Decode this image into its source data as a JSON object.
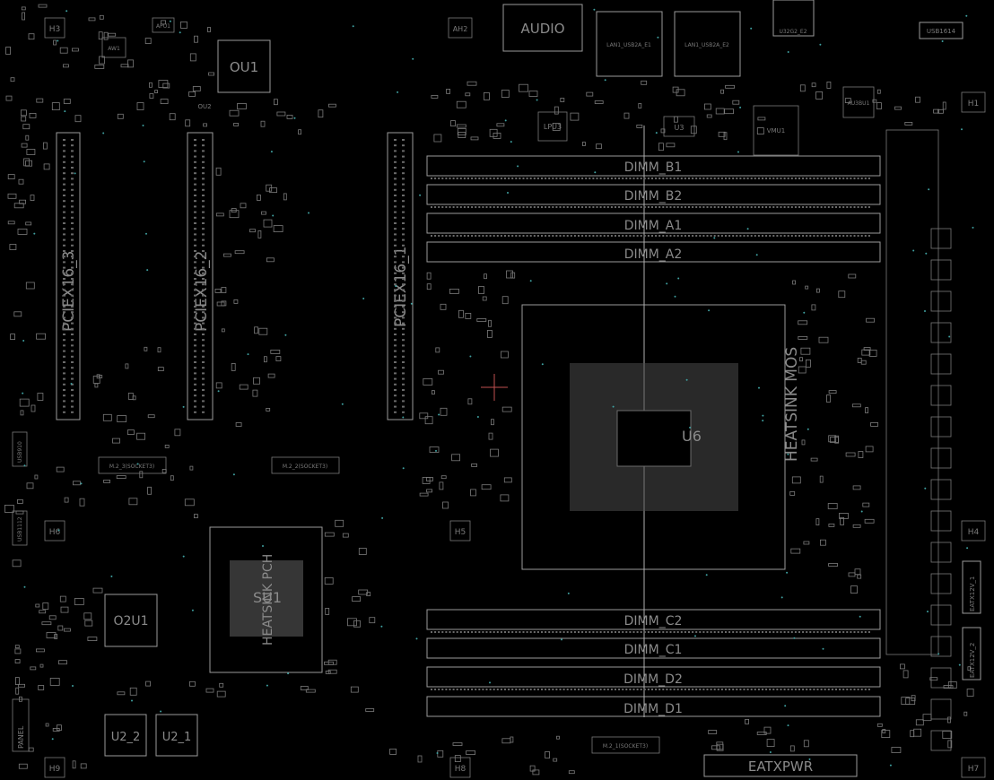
{
  "board": {
    "mounting_holes": [
      "H3",
      "H6",
      "H9",
      "H5",
      "H8",
      "H1",
      "H4",
      "H7"
    ],
    "pcie_slots": [
      "PCIEX16_3",
      "PCIEX16_2",
      "PCIEX16_1"
    ],
    "dimm_slots": [
      "DIMM_B1",
      "DIMM_B2",
      "DIMM_A1",
      "DIMM_A2",
      "DIMM_C2",
      "DIMM_C1",
      "DIMM_D2",
      "DIMM_D1"
    ],
    "chips": {
      "ou1": "OU1",
      "ou2": "OU2",
      "o2u1": "O2U1",
      "su1": "SU1",
      "u2_2": "U2_2",
      "u2_1": "U2_1"
    },
    "connectors": {
      "audio": "AUDIO",
      "eatxpwr": "EATXPWR",
      "eatx12v_1": "EATX12V_1",
      "eatx12v_2": "EATX12V_2",
      "m2_3": "M.2_3(SOCKET3)",
      "m2_2": "M.2_2(SOCKET3)",
      "m2_1": "M.2_1(SOCKET3)",
      "usb1614": "USB1614",
      "u32g2_e2": "U32G2_E2",
      "lan1": "LAN1_USB2A_E1",
      "lan2": "LAN1_USB2A_E2",
      "panel": "PANEL",
      "usb910": "USB910",
      "usb1112": "USB1112"
    },
    "heatsinks": {
      "mos": "HEATSINK MOS",
      "pch": "HEATSINK PCH"
    },
    "misc_labels": {
      "ah2": "AH2",
      "apu1": "APU1",
      "aw1": "AW1",
      "u3": "U3",
      "au3bu1": "AU3BU1",
      "lpu3": "LPU3",
      "cpu": "U6",
      "vmu1": "VMU1"
    }
  }
}
